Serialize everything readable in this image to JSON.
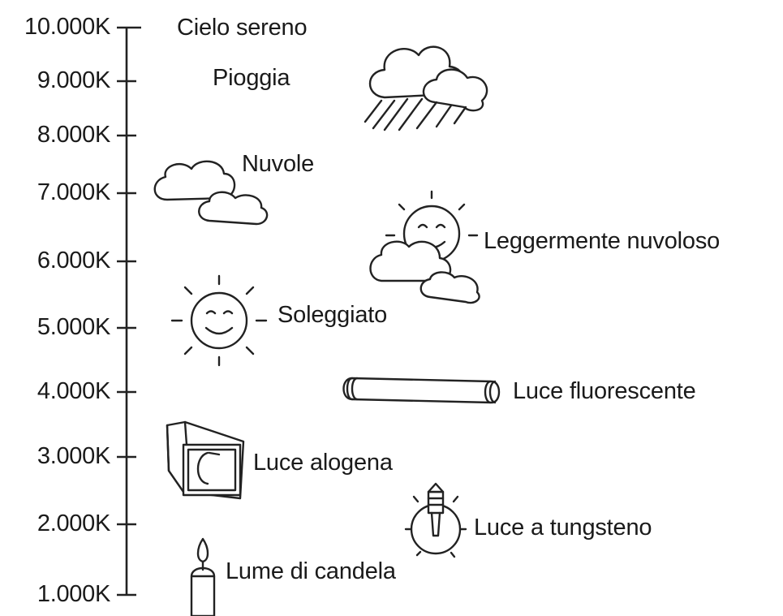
{
  "scale": {
    "ticks": [
      {
        "value": 10000,
        "label": "10.000K"
      },
      {
        "value": 9000,
        "label": "9.000K"
      },
      {
        "value": 8000,
        "label": "8.000K"
      },
      {
        "value": 7000,
        "label": "7.000K"
      },
      {
        "value": 6000,
        "label": "6.000K"
      },
      {
        "value": 5000,
        "label": "5.000K"
      },
      {
        "value": 4000,
        "label": "4.000K"
      },
      {
        "value": 3000,
        "label": "3.000K"
      },
      {
        "value": 2000,
        "label": "2.000K"
      },
      {
        "value": 1000,
        "label": "1.000K"
      }
    ]
  },
  "items": {
    "clear_sky": {
      "label": "Cielo sereno"
    },
    "rain": {
      "label": "Pioggia",
      "icon": "rain-cloud-icon"
    },
    "clouds": {
      "label": "Nuvole",
      "icon": "cloud-icon"
    },
    "partly_cloudy": {
      "label": "Leggermente nuvoloso",
      "icon": "sun-behind-cloud-icon"
    },
    "sunny": {
      "label": "Soleggiato",
      "icon": "sun-icon"
    },
    "fluorescent": {
      "label": "Luce fluorescente",
      "icon": "fluorescent-tube-icon"
    },
    "halogen": {
      "label": "Luce alogena",
      "icon": "halogen-lamp-icon"
    },
    "tungsten": {
      "label": "Luce a tungsteno",
      "icon": "light-bulb-icon"
    },
    "candle": {
      "label": "Lume di candela",
      "icon": "candle-icon"
    }
  }
}
